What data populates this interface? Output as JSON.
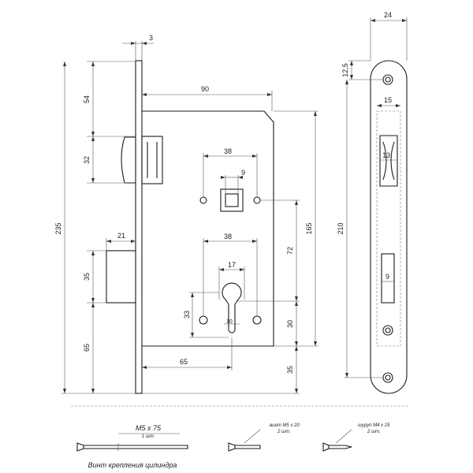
{
  "dimensions": {
    "faceplate_thickness": "3",
    "backset_total": "90",
    "latch_top": "54",
    "latch_height": "32",
    "overall_height": "235",
    "bolt_projection": "21",
    "bolt_height": "35",
    "lower_offset": "65",
    "spindle_spacing": "38",
    "spindle_square": "9",
    "cylinder_spacing": "38",
    "cylinder_width": "17",
    "cylinder_height": "33",
    "cylinder_diameter": "10",
    "centre_distance": "72",
    "body_height": "165",
    "cylinder_to_bottom": "30",
    "backset": "65",
    "bottom_offset": "35",
    "strike_width": "24",
    "strike_top": "12,5",
    "strike_slot_width": "15",
    "strike_latch_width": "13",
    "strike_height": "210",
    "strike_bolt_width": "9"
  },
  "accessories": [
    {
      "size": "M5 x 75",
      "qty": "1 шт.",
      "caption": "Винт крепления цилиндра"
    },
    {
      "size": "винт M5 x 20",
      "qty": "2 шт."
    },
    {
      "size": "шуруп M4 x 25",
      "qty": "2 шт."
    }
  ]
}
